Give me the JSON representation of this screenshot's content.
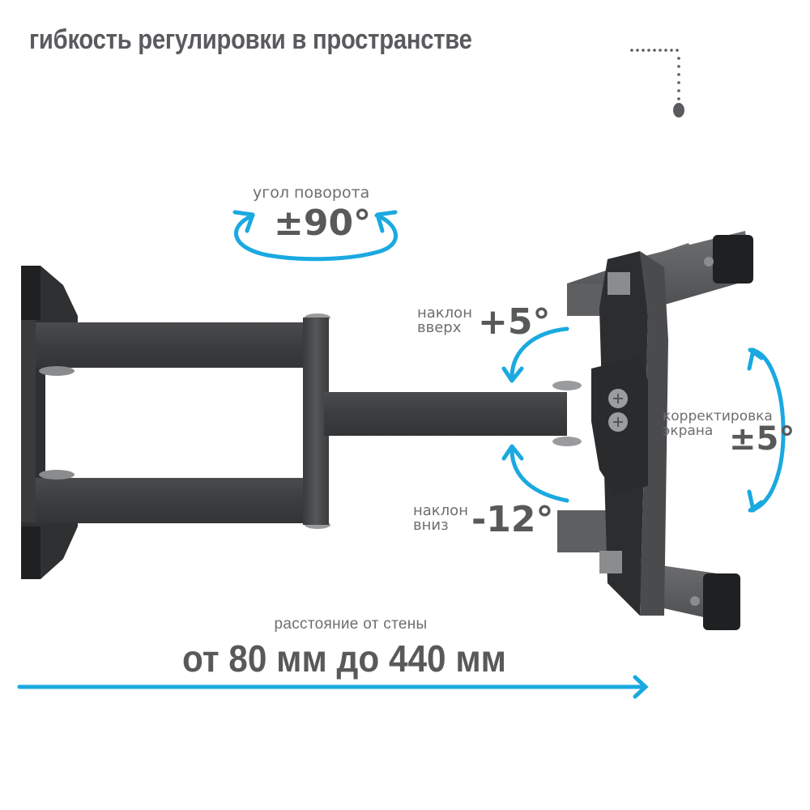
{
  "title": "гибкость регулировки в пространстве",
  "colors": {
    "accent_blue": "#1aa9e0",
    "text_gray": "#58595b",
    "metal_dark": "#3a3a3c",
    "metal_mid": "#5b5c5e"
  },
  "swivel": {
    "label": "угол поворота",
    "value": "±90°",
    "icon": "rotate-horizontal-icon"
  },
  "tilt_up": {
    "label_line1": "наклон",
    "label_line2": "вверх",
    "value": "+5°",
    "icon": "arrow-curved-down-icon"
  },
  "tilt_down": {
    "label_line1": "наклон",
    "label_line2": "вниз",
    "value": "-12°",
    "icon": "arrow-curved-up-icon"
  },
  "leveling": {
    "label_line1": "корректировка",
    "label_line2": "экрана",
    "value": "±5°",
    "icon": "rotate-vertical-icon"
  },
  "distance": {
    "label": "расстояние от стены",
    "value": "от 80 мм до 440 мм",
    "icon": "arrow-right-icon"
  },
  "product": {
    "name": "tv-wall-mount-full-motion",
    "parts": [
      "wall-plate",
      "upper-arm",
      "lower-arm",
      "extension-arm",
      "tilt-head",
      "vesa-bracket"
    ]
  }
}
